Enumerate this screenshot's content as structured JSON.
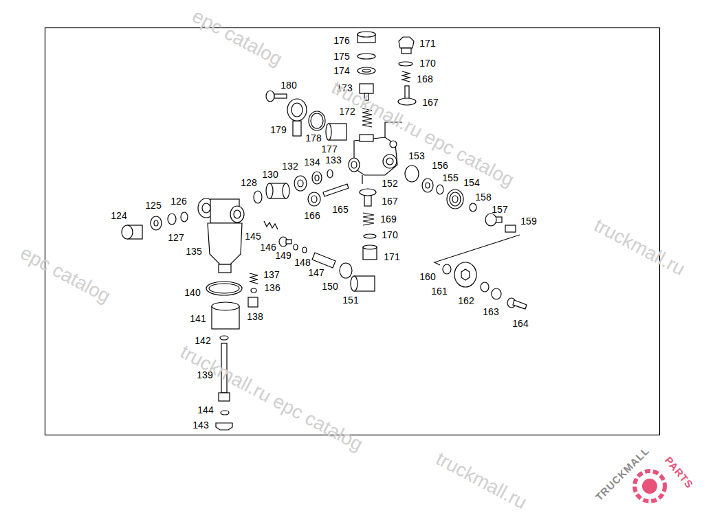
{
  "diagram": {
    "labels": [
      "176",
      "175",
      "174",
      "173",
      "172",
      "171",
      "170",
      "168",
      "167",
      "180",
      "179",
      "178",
      "177",
      "133",
      "134",
      "132",
      "130",
      "128",
      "153",
      "156",
      "155",
      "154",
      "158",
      "157",
      "159",
      "152",
      "167",
      "169",
      "170",
      "171",
      "166",
      "165",
      "124",
      "125",
      "126",
      "127",
      "135",
      "145",
      "146",
      "149",
      "148",
      "147",
      "150",
      "151",
      "137",
      "136",
      "138",
      "140",
      "141",
      "142",
      "139",
      "144",
      "143",
      "160",
      "161",
      "162",
      "163",
      "164",
      "epc catalog",
      "truckmall.ru epc catalog",
      "truckmall.ru",
      "epc catalog",
      "truckmall.ru epc catalog",
      "truckmall.ru",
      "TRUCKMALL",
      "PARTS"
    ]
  }
}
